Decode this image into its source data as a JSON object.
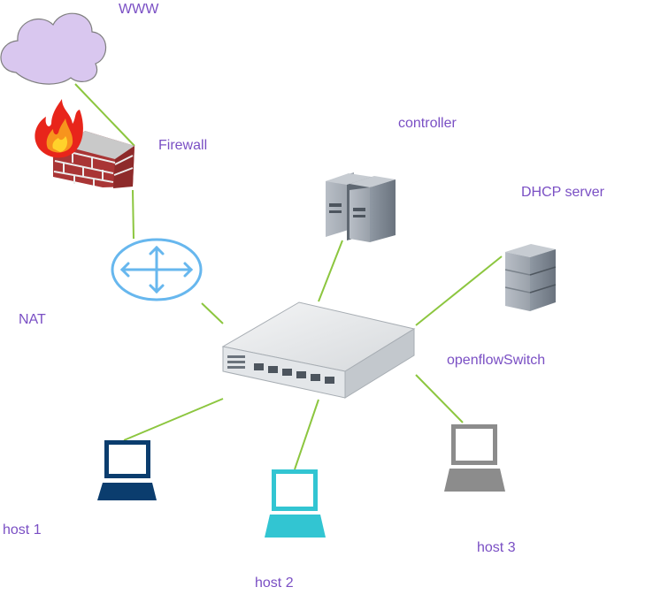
{
  "labels": {
    "www": "WWW",
    "firewall": "Firewall",
    "controller": "controller",
    "dhcp": "DHCP server",
    "nat": "NAT",
    "switch": "openflowSwitch",
    "host1": "host 1",
    "host2": "host 2",
    "host3": "host 3"
  },
  "colors": {
    "label_text": "#7a4fc4",
    "link": "#8cc63f",
    "cloud": "#d9c7ef",
    "router": "#67b7ee",
    "host1": "#0b3d6e",
    "host2": "#32c5d2",
    "host3": "#8c8c8c"
  },
  "icons": [
    "cloud-icon",
    "firewall-icon",
    "router-icon",
    "controller-server-icon",
    "dhcp-server-icon",
    "switch-icon",
    "laptop-icon"
  ]
}
